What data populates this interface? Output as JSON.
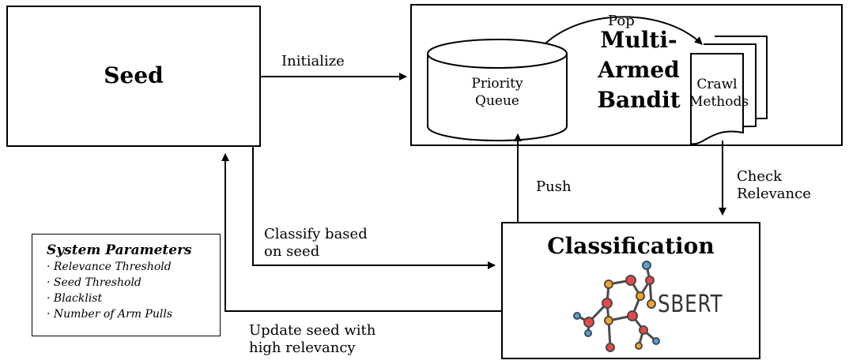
{
  "seed": {
    "title": "Seed"
  },
  "mab": {
    "title_lines": [
      "Multi-",
      "Armed",
      "Bandit"
    ]
  },
  "queue": {
    "lines": [
      "Priority",
      "Queue"
    ]
  },
  "crawl": {
    "lines": [
      "Crawl",
      "Methods"
    ]
  },
  "classification": {
    "title": "Classification",
    "logo_text": "SBERT"
  },
  "edges": {
    "initialize": "Initialize",
    "pop": "Pop",
    "push": "Push",
    "check": [
      "Check",
      "Relevance"
    ],
    "classify": [
      "Classify based",
      "on seed"
    ],
    "update": [
      "Update seed with",
      "high relevancy"
    ]
  },
  "params": {
    "heading": "System Parameters",
    "items": [
      "Relevance Threshold",
      "Seed Threshold",
      "Blacklist",
      "Number of Arm Pulls"
    ]
  }
}
